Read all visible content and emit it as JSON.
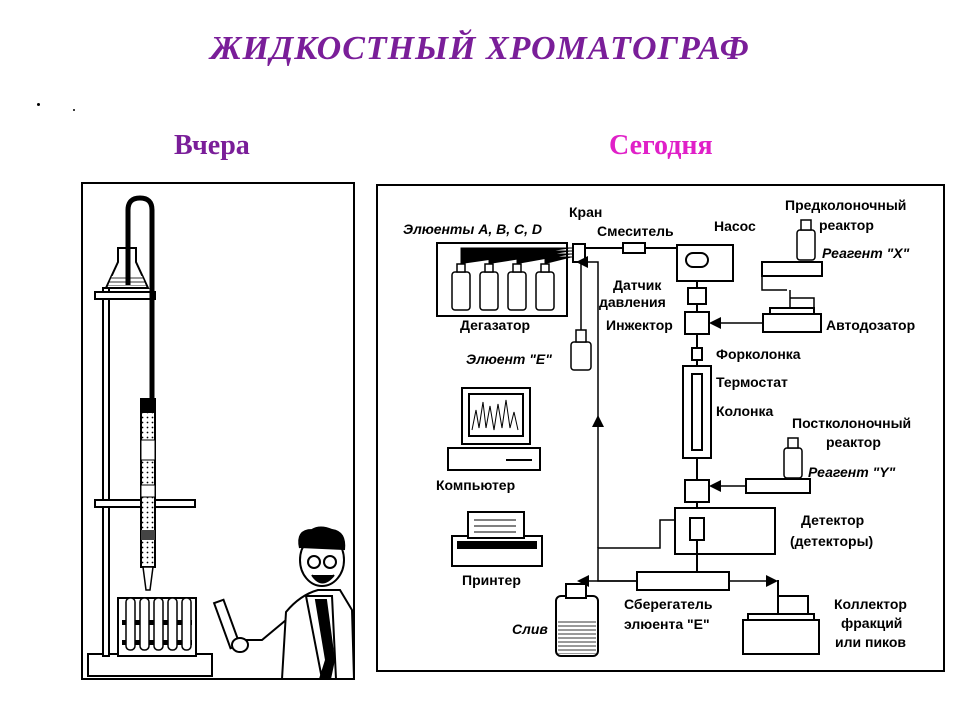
{
  "title": "ЖИДКОСТНЫЙ ХРОМАТОГРАФ",
  "colors": {
    "title": "#7a1e99",
    "yesterday": "#7a1e99",
    "today": "#e020c8"
  },
  "columns": {
    "yesterday": "Вчера",
    "today": "Сегодня"
  },
  "labels": {
    "kran": "Кран",
    "eluents": "Элюенты A, B, C, D",
    "mixer": "Смеситель",
    "pump": "Насос",
    "prereactor_1": "Предколоночный",
    "prereactor_2": "реактор",
    "reagent_x": "Реагент \"X\"",
    "sensor_1": "Датчик",
    "sensor_2": "давления",
    "degasser": "Дегазатор",
    "injector": "Инжектор",
    "autosampler": "Автодозатор",
    "eluent_e": "Элюент \"Е\"",
    "precolumn": "Форколонка",
    "thermostat": "Термостат",
    "column": "Колонка",
    "postreactor_1": "Постколоночный",
    "postreactor_2": "реактор",
    "reagent_y": "Реагент \"Y\"",
    "computer": "Компьютер",
    "detector_1": "Детектор",
    "detector_2": "(детекторы)",
    "printer": "Принтер",
    "saver_1": "Сберегатель",
    "saver_2": "элюента \"Е\"",
    "drain": "Слив",
    "collector_1": "Коллектор",
    "collector_2": "фракций",
    "collector_3": "или пиков"
  }
}
